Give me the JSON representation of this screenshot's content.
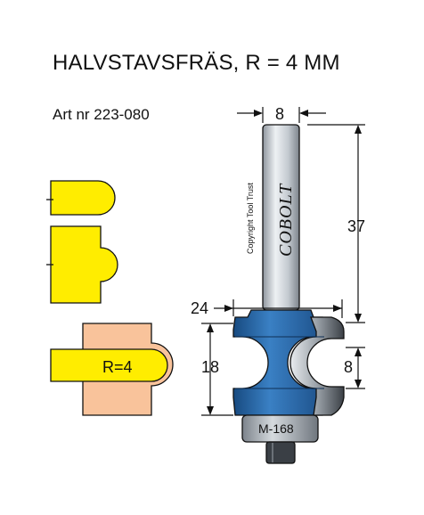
{
  "title": "HALVSTAVSFRÄS, R = 4 MM",
  "article_number": "Art nr 223-080",
  "dimensions": {
    "shank_diameter": "8",
    "shank_length": "37",
    "cutting_diameter": "24",
    "cutting_height": "18",
    "radius_height": "8"
  },
  "radius_label": "R=4",
  "brand": "COBOLT",
  "copyright": "Copyright Tool Trust",
  "model_label": "M-168",
  "colors": {
    "profile_yellow": "#ffed00",
    "workpiece_peach": "#f9c39b",
    "cutter_blue": "#2767a8",
    "shank_grey": "#b8bec6",
    "outline": "#111111"
  }
}
